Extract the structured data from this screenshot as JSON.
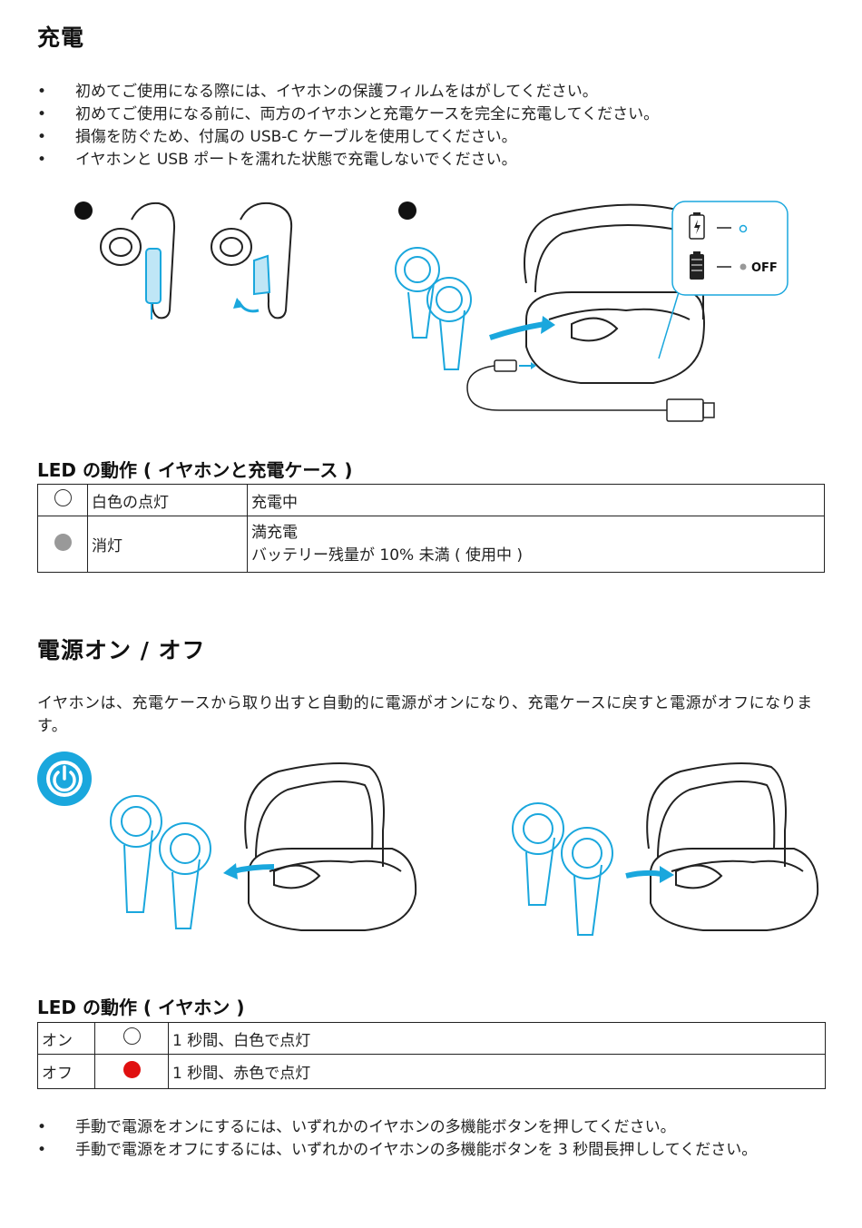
{
  "charging": {
    "title": "充電",
    "bullets": [
      "初めてご使用になる際には、イヤホンの保護フィルムをはがしてください。",
      "初めてご使用になる前に、両方のイヤホンと充電ケースを完全に充電してください。",
      "損傷を防ぐため、付属の USB-C ケーブルを使用してください。",
      "イヤホンと USB ポートを濡れた状態で充電しないでください。"
    ],
    "callout_off": "OFF"
  },
  "led_case": {
    "title": "LED の動作 ( イヤホンと充電ケース )",
    "rows": [
      {
        "indicator": "white",
        "light": "白色の点灯",
        "status": "充電中"
      },
      {
        "indicator": "gray",
        "light": "消灯",
        "status_line1": "満充電",
        "status_line2": "バッテリー残量が 10% 未満 ( 使用中 )"
      }
    ]
  },
  "power": {
    "title": "電源オン / オフ",
    "description": "イヤホンは、充電ケースから取り出すと自動的に電源がオンになり、充電ケースに戻すと電源がオフになります。",
    "icon": "power-icon"
  },
  "led_earbuds": {
    "title": "LED の動作 ( イヤホン )",
    "rows": [
      {
        "label": "オン",
        "indicator": "white",
        "description": "1 秒間、白色で点灯"
      },
      {
        "label": "オフ",
        "indicator": "red",
        "description": "1 秒間、赤色で点灯"
      }
    ]
  },
  "manual": {
    "bullets": [
      "手動で電源をオンにするには、いずれかのイヤホンの多機能ボタンを押してください。",
      "手動で電源をオフにするには、いずれかのイヤホンの多機能ボタンを 3 秒間長押ししてください。"
    ]
  },
  "colors": {
    "accent": "#1aa7dd",
    "accent_light": "#d8f0fa",
    "red": "#e01010",
    "gray": "#999999"
  }
}
